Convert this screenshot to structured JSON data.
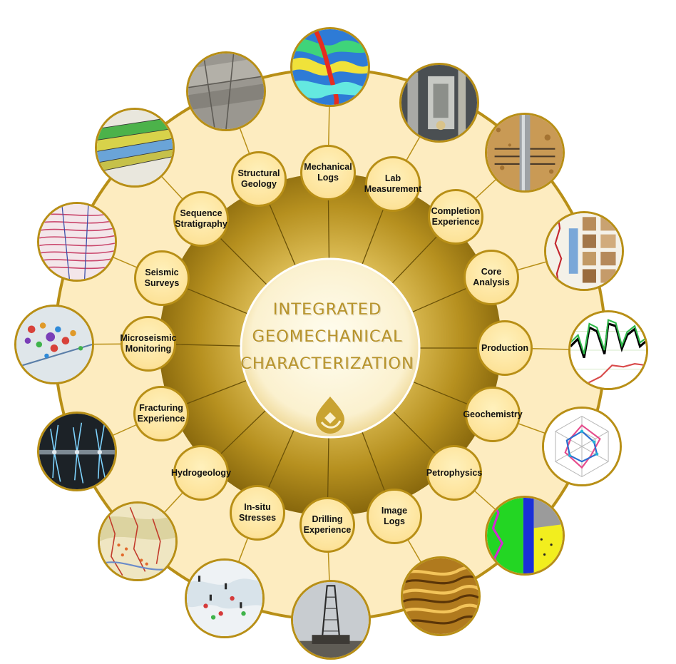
{
  "center_title": {
    "line1": "INTEGRATED",
    "line2": "GEOMECHANICAL",
    "line3": "CHARACTERIZATION"
  },
  "center_logo": "drop-logo-icon",
  "colors": {
    "ring_fill": "#fdecc0",
    "ring_border": "#b88f16",
    "node_fill": "#fde39a",
    "gold_dark": "#8a6a0c",
    "title_gold": "#b7932a"
  },
  "topics": [
    {
      "label": "Mechanical\nLogs",
      "image": "velocity-profile-image"
    },
    {
      "label": "Lab\nMeasurement",
      "image": "lab-equipment-image"
    },
    {
      "label": "Completion\nExperience",
      "image": "wellbore-perforation-image"
    },
    {
      "label": "Core\nAnalysis",
      "image": "core-log-panel-image"
    },
    {
      "label": "Production",
      "image": "production-curve-image"
    },
    {
      "label": "Geochemistry",
      "image": "radar-plot-image"
    },
    {
      "label": "Petrophysics",
      "image": "petrophysical-log-image"
    },
    {
      "label": "Image\nLogs",
      "image": "borehole-image-log-image"
    },
    {
      "label": "Drilling\nExperience",
      "image": "drilling-rig-image"
    },
    {
      "label": "In-situ\nStresses",
      "image": "stress-map-image"
    },
    {
      "label": "Hydrogeology",
      "image": "geologic-map-image"
    },
    {
      "label": "Fracturing\nExperience",
      "image": "fracture-network-image"
    },
    {
      "label": "Microseismic\nMonitoring",
      "image": "microseismic-events-image"
    },
    {
      "label": "Seismic\nSurveys",
      "image": "seismic-section-image"
    },
    {
      "label": "Sequence\nStratigraphy",
      "image": "stratigraphic-section-image"
    },
    {
      "label": "Structural\nGeology",
      "image": "rock-outcrop-image"
    }
  ]
}
